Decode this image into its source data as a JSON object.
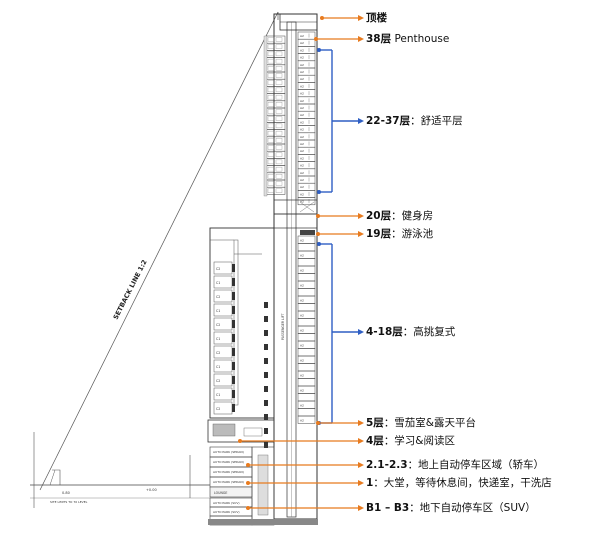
{
  "labels": [
    {
      "id": "roof",
      "num": "",
      "text": "顶楼",
      "arrow": "orange"
    },
    {
      "id": "l38",
      "num": "38层",
      "text": " Penthouse",
      "arrow": "orange"
    },
    {
      "id": "l22",
      "num": "22-37层",
      "text": "：舒适平层",
      "arrow": "blue"
    },
    {
      "id": "l20",
      "num": "20层",
      "text": "：健身房",
      "arrow": "orange"
    },
    {
      "id": "l19",
      "num": "19层",
      "text": "：游泳池",
      "arrow": "orange"
    },
    {
      "id": "l4",
      "num": "4-18层",
      "text": "：高挑复式",
      "arrow": "blue"
    },
    {
      "id": "l5",
      "num": "5层",
      "text": "：雪茄室&露天平台",
      "arrow": "orange"
    },
    {
      "id": "l4b",
      "num": "4层",
      "text": "：学习&阅读区",
      "arrow": "orange"
    },
    {
      "id": "l21",
      "num": "2.1-2.3",
      "text": "：地上自动停车区域（轿车）",
      "arrow": "orange"
    },
    {
      "id": "l1",
      "num": "1",
      "text": "：大堂，等待休息间，快递室，干洗店",
      "arrow": "orange"
    },
    {
      "id": "lb",
      "num": "B1 – B3",
      "text": "：地下自动停车区（SUV）",
      "arrow": "orange"
    }
  ],
  "drawing": {
    "setback_label": "SETBACK LINE 1:2",
    "passenger_lift": "PASSENGER LIFT",
    "unit_a2": "A2",
    "unit_c1": "C1",
    "unit_c2": "C2",
    "parking": "AUTO PARK (SEDAN)",
    "parking_b": "AUTO PARK (SUV)",
    "lounge": "LOUNGE",
    "dim_left": "0.80",
    "dim_mid": "+0.00",
    "site_label": "SITE LIMITS TO 70 LEVEL"
  },
  "colors": {
    "orange": "#e87b1f",
    "blue": "#2f5fc4",
    "line": "#333333"
  }
}
